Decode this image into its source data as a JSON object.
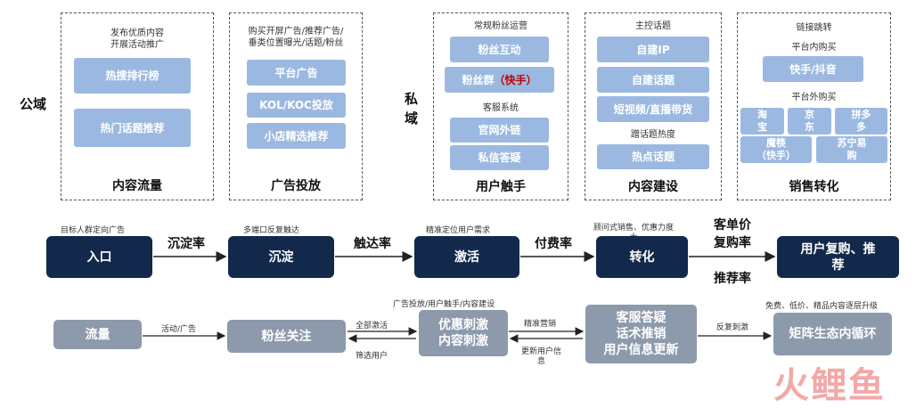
{
  "public": {
    "label": "公域",
    "content_flow": {
      "note": "发布优质内容\n开展活动推广",
      "items": [
        "热搜排行榜",
        "热门话题推荐"
      ],
      "title": "内容流量"
    },
    "ads": {
      "note": "购买开屏广告/推荐广告/\n垂类位置曝光/话题/粉丝",
      "items": [
        "平台广告",
        "KOL/KOC投放",
        "小店精选推荐"
      ],
      "title": "广告投放"
    }
  },
  "private": {
    "label": "私\n域",
    "touch": {
      "note1": "常规粉丝运营",
      "items1": [
        "粉丝互动",
        "粉丝群"
      ],
      "red": "（快手）",
      "note2": "客服系统",
      "items2": [
        "官网外链",
        "私信答疑"
      ],
      "title": "用户触手"
    },
    "build": {
      "note1": "主控话题",
      "items1": [
        "自建IP",
        "自建话题",
        "短视频/直播带货"
      ],
      "note2": "蹭话题热度",
      "items2": [
        "热点话题"
      ],
      "title": "内容建设"
    },
    "sales": {
      "note1": "链接跳转",
      "note2": "平台内购买",
      "item_in": "快手/抖音",
      "note3": "平台外购买",
      "outs": [
        "淘\n宝",
        "京\n东",
        "拼多\n多",
        "魔筷\n（快手）",
        "苏宁易\n购"
      ],
      "title": "销售转化"
    }
  },
  "flow": {
    "steps": [
      "入口",
      "沉淀",
      "激活",
      "转化",
      "用户复购、推\n荐"
    ],
    "notes": [
      "目标人群定向广告",
      "多端口反复触达",
      "精准定位用户需求",
      "顾问式销售、优惠力度\n大"
    ],
    "arrows": [
      "沉淀率",
      "触达率",
      "付费率"
    ],
    "right_top": "客单价\n复购率",
    "right_bottom": "推荐率"
  },
  "bottom": {
    "boxes": [
      "流量",
      "粉丝关注",
      "优惠刺激\n内容刺激",
      "客服答疑\n话术推销\n用户信息更新",
      "矩阵生态内循环"
    ],
    "a1": "活动/广告",
    "a2_top": "全部激活",
    "a2_bottom": "筛选用户",
    "note_mid": "广告投放/用户触手/内容建设",
    "a3_top": "精准营销",
    "a3_bottom": "更新用户信\n息",
    "a4": "反复刺激",
    "note_right": "免费、低价、精品内容逐层升级"
  },
  "watermark": "火鲤鱼"
}
